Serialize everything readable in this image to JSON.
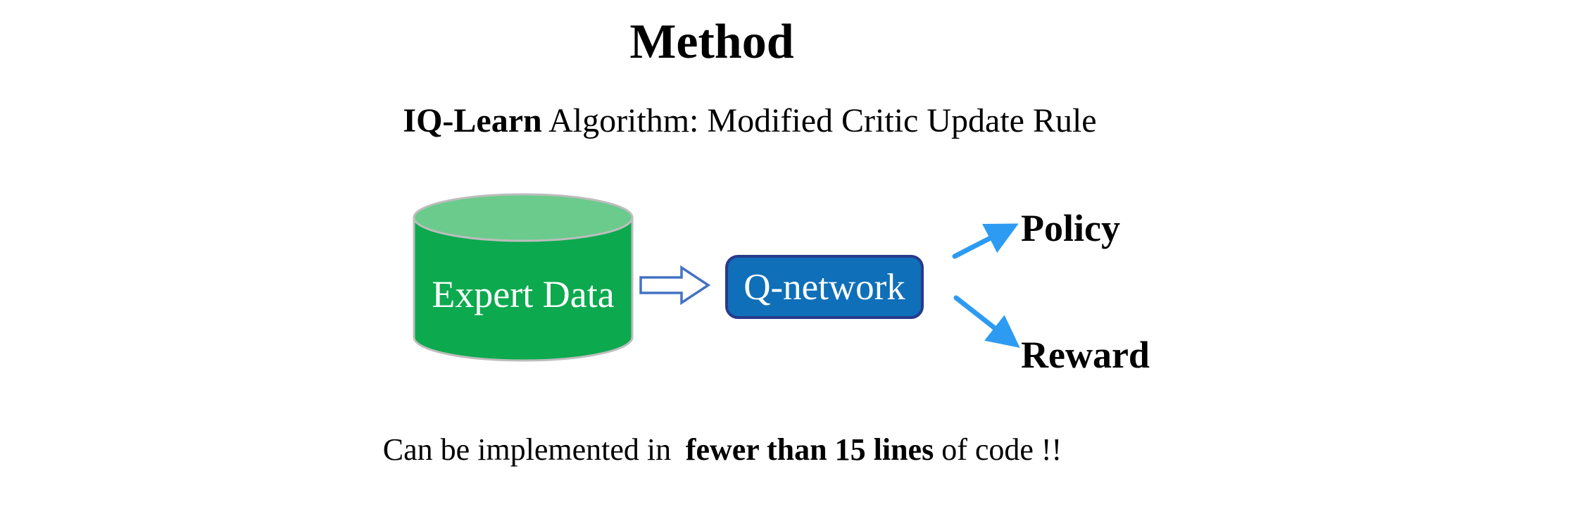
{
  "title": "Method",
  "subtitle": {
    "emphasis": "IQ-Learn",
    "rest": " Algorithm: Modified Critic Update Rule"
  },
  "diagram": {
    "expert_data": {
      "label": "Expert Data"
    },
    "q_network": {
      "label": "Q-network"
    },
    "outputs": [
      {
        "label": "Policy"
      },
      {
        "label": "Reward"
      }
    ]
  },
  "footer": {
    "prefix": "Can be implemented in ",
    "emphasis": "fewer than 15 lines",
    "suffix": " of code !!"
  },
  "colors": {
    "text": "#000000",
    "cylinder-body": "#0ca94e",
    "cylinder-top": "#6bcb8c",
    "cylinder-outline": "#bdbdbd",
    "flow-arrow-outline": "#4472c4",
    "qbox-fill": "#0f6fb8",
    "qbox-border": "#293a8c",
    "output-arrow": "#2d9bf2"
  }
}
